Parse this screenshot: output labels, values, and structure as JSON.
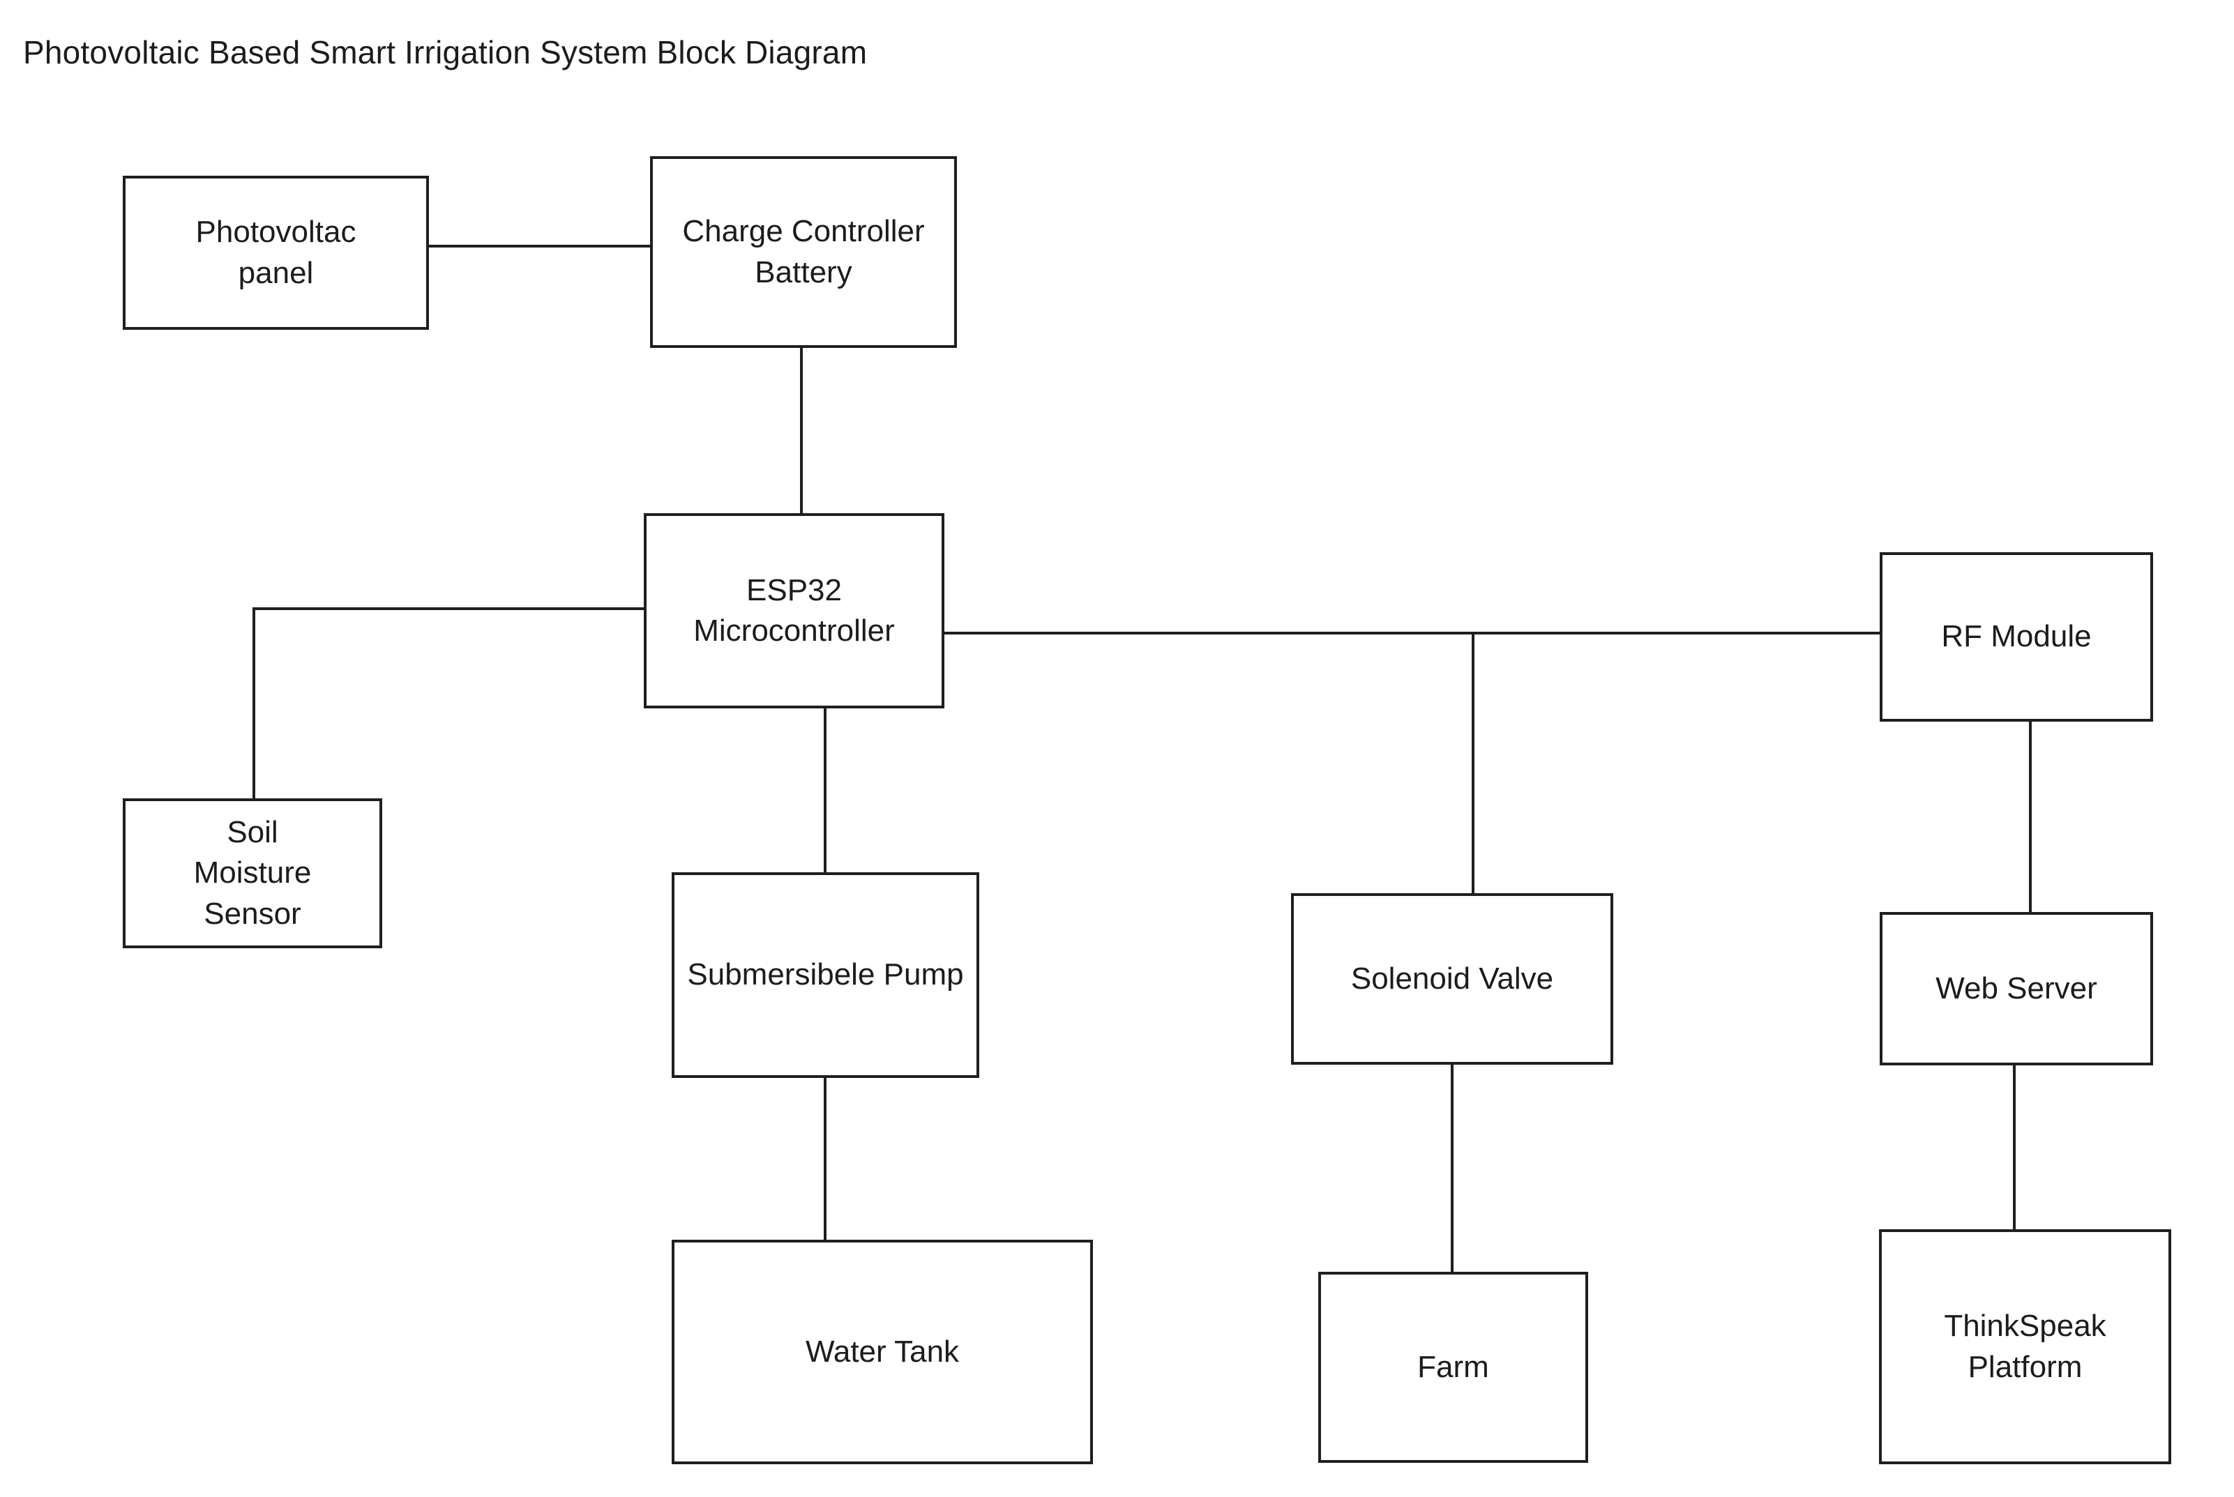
{
  "title": "Photovoltaic Based Smart Irrigation System Block Diagram",
  "colors": {
    "background": "#ffffff",
    "stroke": "#1f1f1f",
    "text": "#1c1c1c"
  },
  "nodes": {
    "pv_panel": "Photovoltac\npanel",
    "charge_controller": "Charge Controller\nBattery",
    "esp32": "ESP32 Microcontroller",
    "soil_sensor": "Soil\nMoisture\nSensor",
    "pump": "Submersibele Pump",
    "water_tank": "Water Tank",
    "solenoid_valve": "Solenoid Valve",
    "farm": "Farm",
    "rf_module": "RF Module",
    "web_server": "Web Server",
    "thinkspeak": "ThinkSpeak\nPlatform"
  },
  "connections": [
    {
      "from": "pv_panel",
      "to": "charge_controller"
    },
    {
      "from": "charge_controller",
      "to": "esp32"
    },
    {
      "from": "esp32",
      "to": "soil_sensor"
    },
    {
      "from": "esp32",
      "to": "pump"
    },
    {
      "from": "pump",
      "to": "water_tank"
    },
    {
      "from": "esp32",
      "to": "solenoid_valve"
    },
    {
      "from": "solenoid_valve",
      "to": "farm"
    },
    {
      "from": "esp32",
      "to": "rf_module"
    },
    {
      "from": "rf_module",
      "to": "web_server"
    },
    {
      "from": "web_server",
      "to": "thinkspeak"
    }
  ]
}
